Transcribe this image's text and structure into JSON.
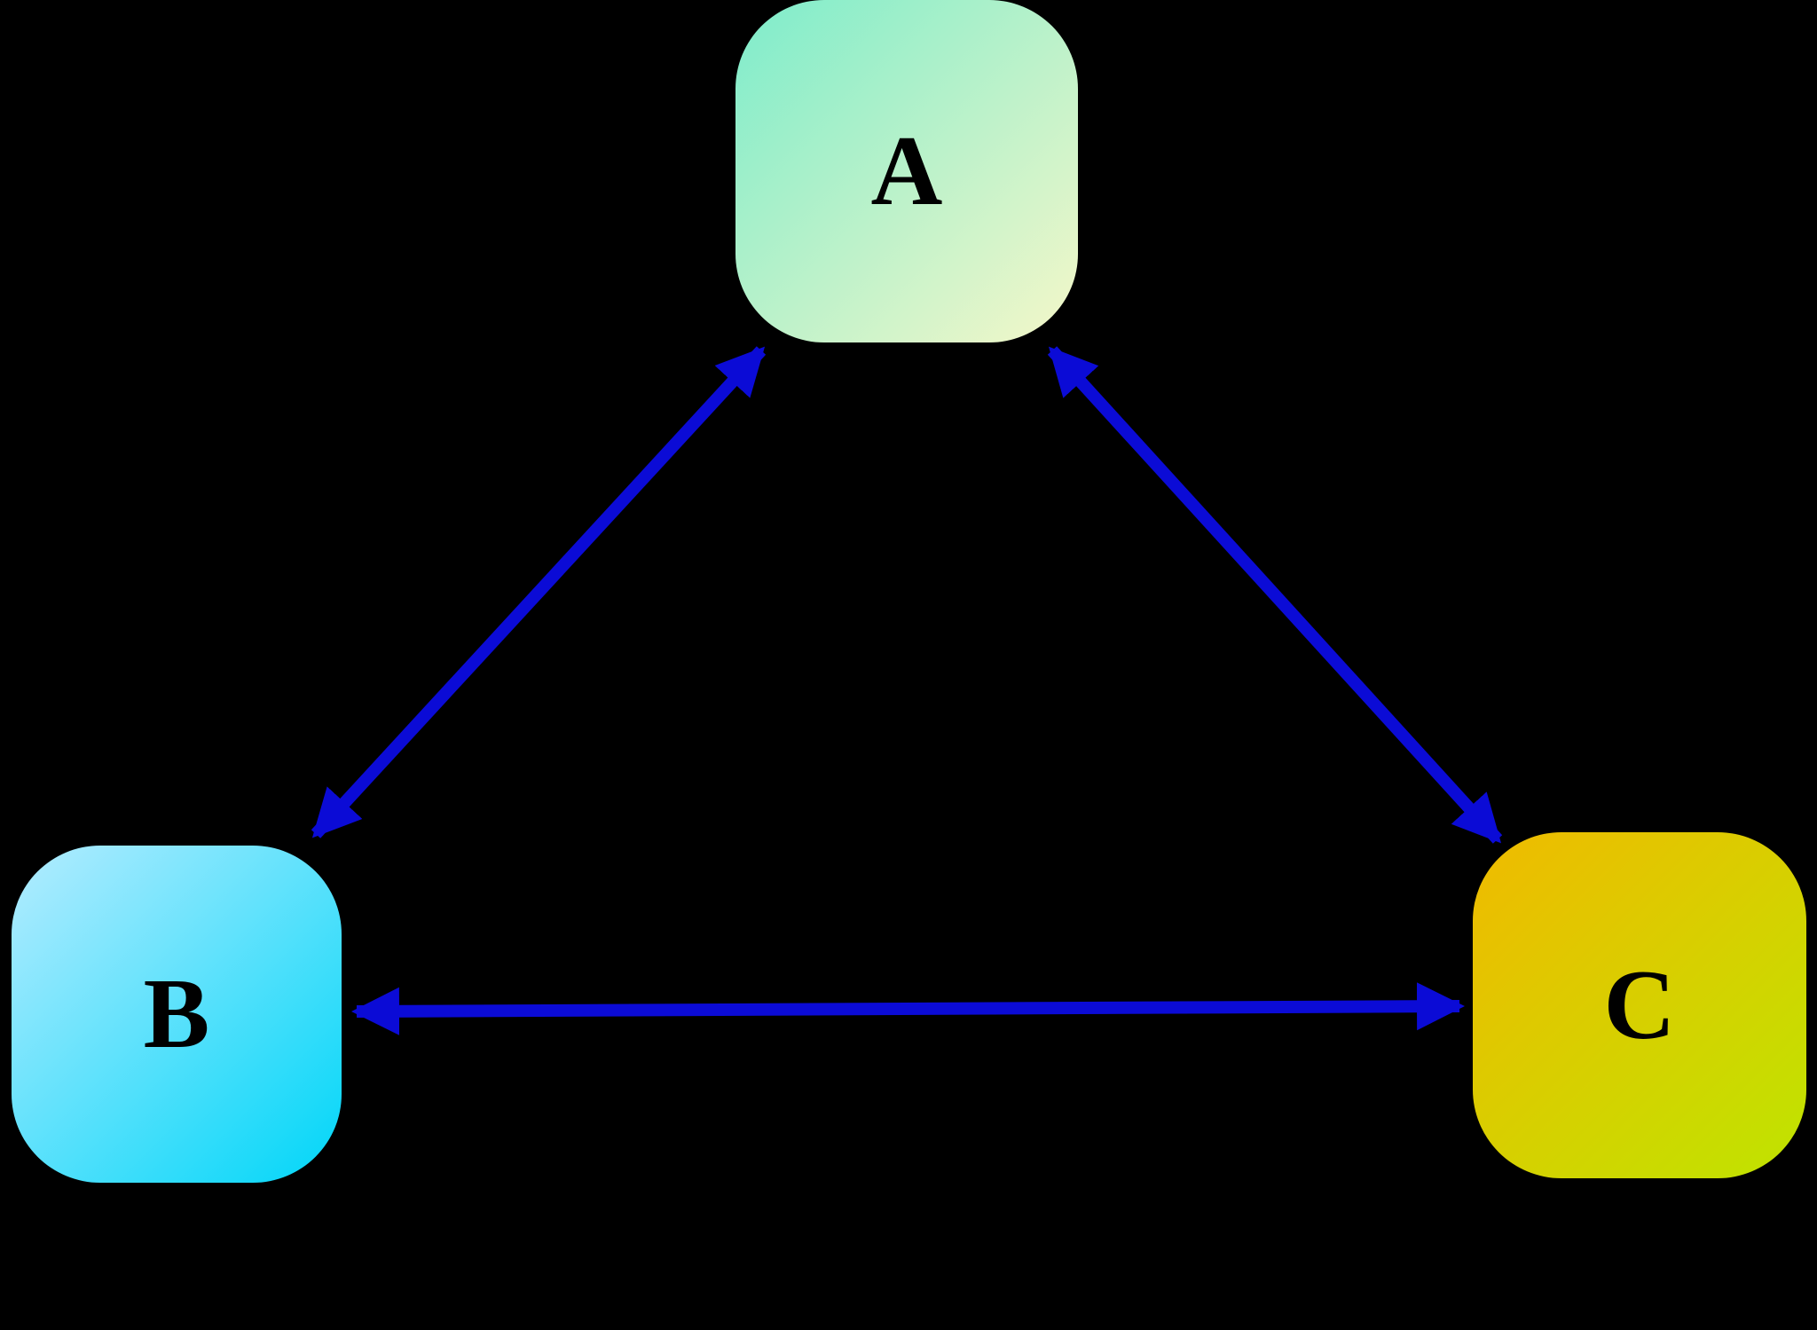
{
  "diagram": {
    "background_color": "#000000",
    "arrow_color": "#0b0bd6",
    "nodes": [
      {
        "id": "A",
        "label": "A",
        "position": "top-center",
        "gradient_from": "#7deccb",
        "gradient_to": "#f5f7c9"
      },
      {
        "id": "B",
        "label": "B",
        "position": "bottom-left",
        "gradient_from": "#b5ecff",
        "gradient_to": "#00d6f8"
      },
      {
        "id": "C",
        "label": "C",
        "position": "bottom-right",
        "gradient_from": "#f0ba00",
        "gradient_to": "#bfe400"
      }
    ],
    "edges": [
      {
        "from": "A",
        "to": "B",
        "bidirectional": true
      },
      {
        "from": "A",
        "to": "C",
        "bidirectional": true
      },
      {
        "from": "B",
        "to": "C",
        "bidirectional": true
      }
    ]
  }
}
